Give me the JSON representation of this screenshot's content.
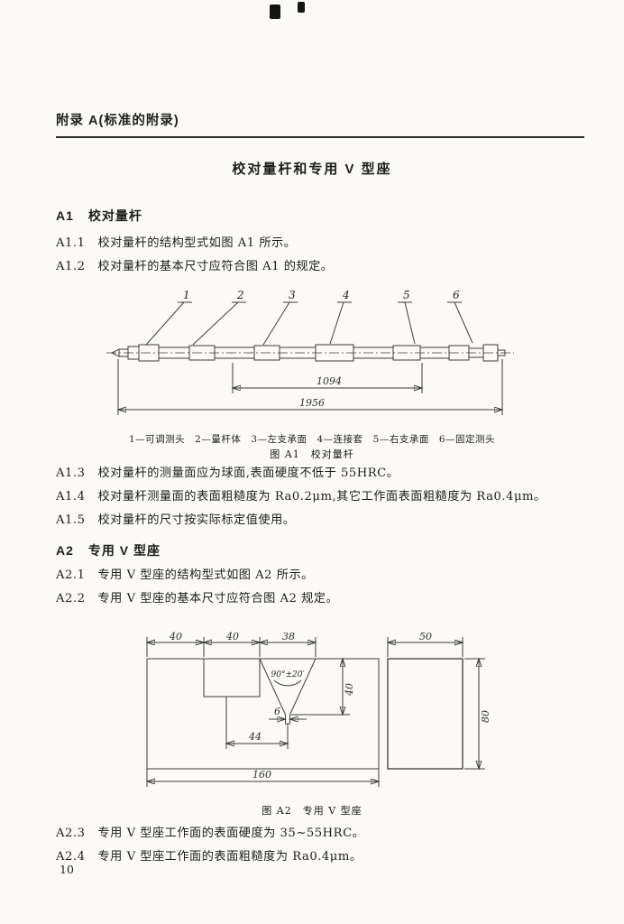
{
  "page": {
    "appendix_label": "附录 A(标准的附录)",
    "doc_title": "校对量杆和专用 V 型座",
    "page_number": "10"
  },
  "a1": {
    "heading_num": "A1",
    "heading_text": "校对量杆",
    "clauses_before_fig": [
      {
        "num": "A1.1",
        "text": "校对量杆的结构型式如图 A1 所示。"
      },
      {
        "num": "A1.2",
        "text": "校对量杆的基本尺寸应符合图 A1 的规定。"
      }
    ],
    "clauses_after_fig": [
      {
        "num": "A1.3",
        "text": "校对量杆的测量面应为球面,表面硬度不低于 55HRC。"
      },
      {
        "num": "A1.4",
        "text": "校对量杆测量面的表面粗糙度为 Ra0.2μm,其它工作面表面粗糙度为 Ra0.4μm。"
      },
      {
        "num": "A1.5",
        "text": "校对量杆的尺寸按实际标定值使用。"
      }
    ]
  },
  "fig_a1": {
    "callouts": [
      "1",
      "2",
      "3",
      "4",
      "5",
      "6"
    ],
    "dim_1094": "1094",
    "dim_1956": "1956",
    "legend": "1—可调测头　2—量杆体　3—左支承面　4—连接套　5—右支承面　6—固定测头",
    "caption": "图 A1　校对量杆"
  },
  "a2": {
    "heading_num": "A2",
    "heading_text": "专用 V 型座",
    "clauses_before_fig": [
      {
        "num": "A2.1",
        "text": "专用 V 型座的结构型式如图 A2 所示。"
      },
      {
        "num": "A2.2",
        "text": "专用 V 型座的基本尺寸应符合图 A2 规定。"
      }
    ],
    "clauses_after_fig": [
      {
        "num": "A2.3",
        "text": "专用 V 型座工作面的表面硬度为 35~55HRC。"
      },
      {
        "num": "A2.4",
        "text": "专用 V 型座工作面的表面粗糙度为 Ra0.4μm。"
      }
    ]
  },
  "fig_a2": {
    "dim_40a": "40",
    "dim_40b": "40",
    "dim_38": "38",
    "dim_50": "50",
    "dim_40v": "40",
    "dim_80": "80",
    "dim_6": "6",
    "dim_44": "44",
    "dim_160": "160",
    "angle": "90°±20′",
    "caption": "图 A2　专用 V 型座"
  }
}
